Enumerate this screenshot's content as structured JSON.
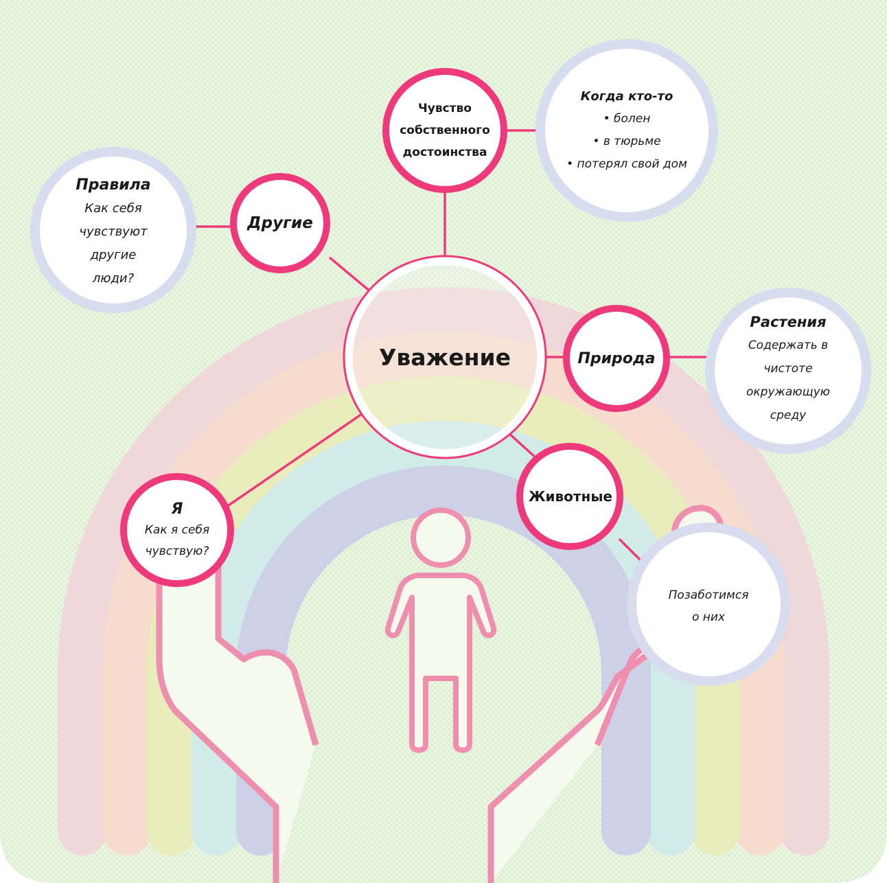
{
  "center": {
    "label": "Уважение"
  },
  "nodes": {
    "dignity": {
      "lines": [
        "Чувство",
        "собственного",
        "достоинства"
      ]
    },
    "others": {
      "label": "Другие"
    },
    "nature": {
      "label": "Природа"
    },
    "animals": {
      "label": "Животные"
    },
    "self": {
      "title": "Я",
      "lines": [
        "Как я себя",
        "чувствую?"
      ]
    }
  },
  "notes": {
    "when_someone": {
      "title": "Когда кто-то",
      "items": [
        "• болен",
        "• в тюрьме",
        "• потерял свой дом"
      ]
    },
    "rules": {
      "title": "Правила",
      "lines": [
        "Как себя",
        "чувствуют",
        "другие",
        "люди?"
      ]
    },
    "plants": {
      "title": "Растения",
      "lines": [
        "Содержать в",
        "чистоте",
        "окружающую",
        "среду"
      ]
    },
    "care": {
      "lines": [
        "Позаботимся",
        "о них"
      ]
    }
  },
  "colors": {
    "background": "#e8f4e0",
    "accent": "#ee3a7a",
    "note_border": "#d7dcef",
    "outline": "#ef8fb0",
    "rainbow": [
      "#f0d8da",
      "#f5dccd",
      "#e9ecbb",
      "#d1ebe9",
      "#ccd1e8"
    ]
  },
  "illustration": {
    "rainbow_bands": 5,
    "figure": "child-figure",
    "hands": "open-hands"
  }
}
